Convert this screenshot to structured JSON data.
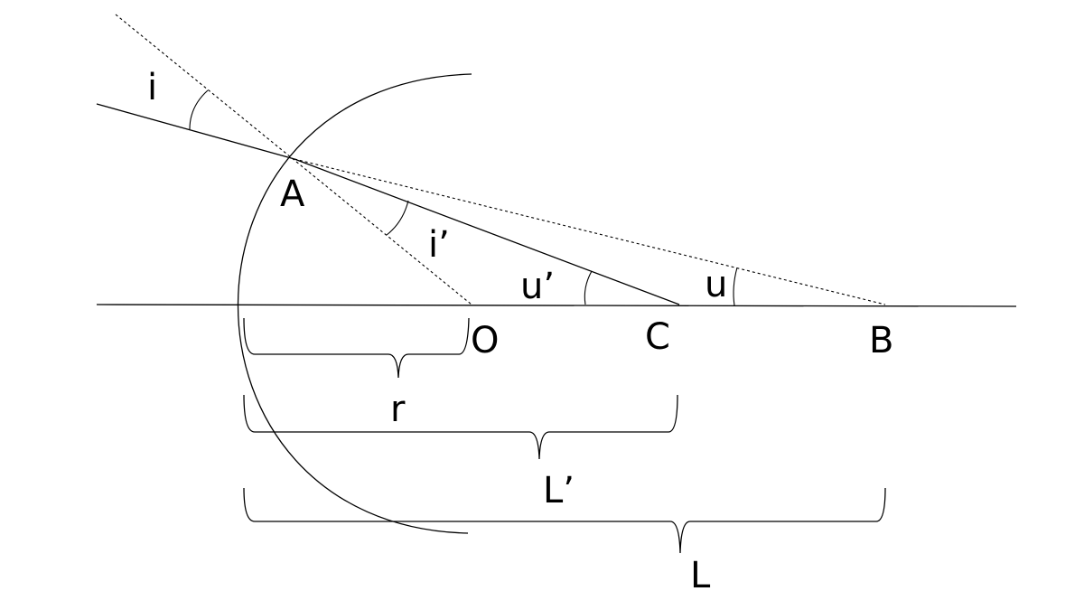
{
  "labels": {
    "i": "i",
    "A": "A",
    "i_prime": "i’",
    "u_prime": "u’",
    "u": "u",
    "O": "O",
    "C": "C",
    "B": "B",
    "r": "r",
    "L_prime": "L’",
    "L": "L"
  }
}
